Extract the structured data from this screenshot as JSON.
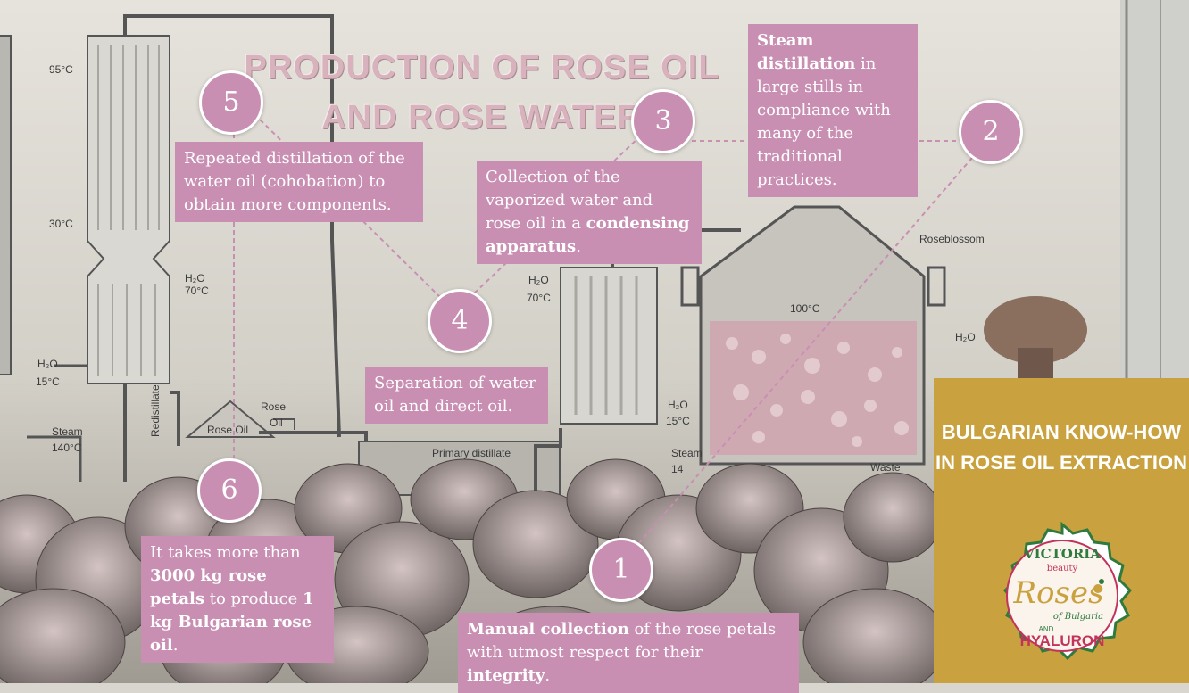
{
  "title": {
    "line1": "PRODUCTION OF ROSE OIL",
    "line2": "AND ROSE WATER"
  },
  "steps": {
    "s1": {
      "num": "1",
      "bold1": "Manual collection",
      "text1": " of the rose petals with utmost respect for their ",
      "bold2": "integrity",
      "text2": "."
    },
    "s2": {
      "num": "2",
      "bold1": "Steam distillation",
      "text1": " in large stills in compliance with many of the traditional practices."
    },
    "s3": {
      "num": "3",
      "text1": "Collection of the vaporized water and rose oil in a ",
      "bold1": "condensing apparatus",
      "text2": "."
    },
    "s4": {
      "num": "4",
      "text1": "Separation of water oil and direct oil."
    },
    "s5": {
      "num": "5",
      "text1": "Repeated distillation of the water oil (cohobation) to obtain more components."
    },
    "s6": {
      "num": "6",
      "text1": "It takes more than ",
      "bold1": "3000 kg rose petals",
      "text2": " to produce ",
      "bold2": "1 kg Bulgarian rose oil",
      "text3": "."
    }
  },
  "diagram_labels": {
    "t95": "95°C",
    "t30": "30°C",
    "h2o": "H₂O",
    "t70": "70°C",
    "t15": "15°C",
    "steam": "Steam",
    "t140": "140°C",
    "redistillate": "Redistillate",
    "rose": "Rose",
    "oil": "Oil",
    "rose_oil": "Rose Oil",
    "primary": "Primary distillate",
    "t100": "100°C",
    "roseblossom": "Roseblossom",
    "waste": "Waste",
    "t14": "14"
  },
  "side": {
    "title": "BULGARIAN KNOW-HOW IN ROSE OIL EXTRACTION"
  },
  "logo": {
    "brand": "VICTORIA",
    "sub": "beauty",
    "name": "Roses",
    "of": "of Bulgaria",
    "and": "AND",
    "hyaluron": "HYALURON"
  },
  "colors": {
    "accent": "#c98fb3",
    "gold": "#c9a13f",
    "logo_red": "#c2335b",
    "logo_green": "#2f7a3e"
  }
}
